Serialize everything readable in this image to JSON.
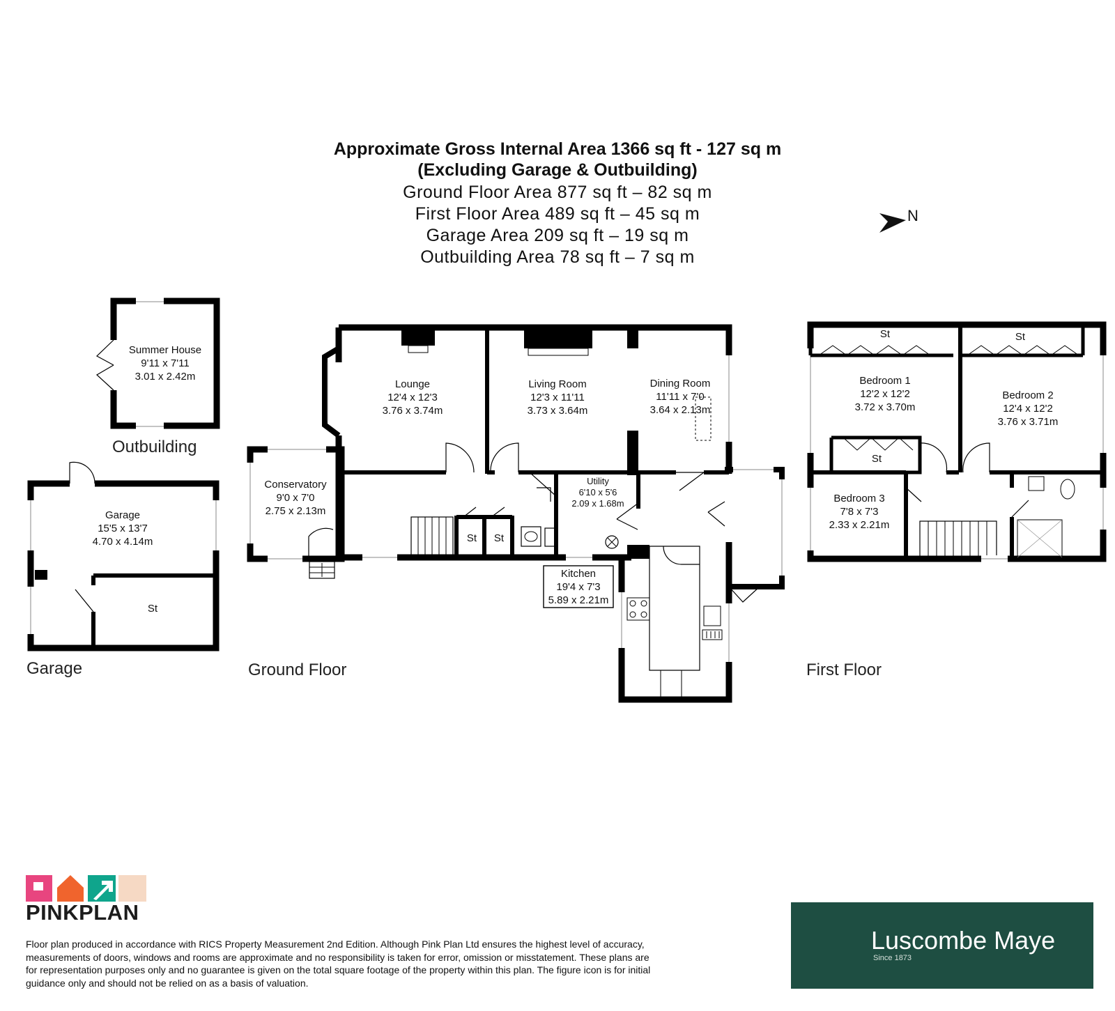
{
  "heading": {
    "line1": "Approximate Gross Internal Area 1366 sq ft - 127 sq m",
    "line2": "(Excluding Garage & Outbuilding)",
    "line3": "Ground Floor Area 877 sq ft – 82 sq m",
    "line4": "First Floor Area 489 sq ft – 45 sq m",
    "line5": "Garage Area 209 sq ft – 19 sq m",
    "line6": "Outbuilding Area 78 sq ft – 7 sq m"
  },
  "compass": {
    "label": "N"
  },
  "floors": {
    "outbuilding": "Outbuilding",
    "garage": "Garage",
    "ground": "Ground Floor",
    "first": "First Floor"
  },
  "rooms": {
    "summer_house": {
      "name": "Summer House",
      "imperial": "9'11 x 7'11",
      "metric": "3.01 x 2.42m"
    },
    "garage": {
      "name": "Garage",
      "imperial": "15'5 x 13'7",
      "metric": "4.70 x 4.14m"
    },
    "garage_store": {
      "name": "St"
    },
    "conservatory": {
      "name": "Conservatory",
      "imperial": "9'0 x 7'0",
      "metric": "2.75 x 2.13m"
    },
    "lounge": {
      "name": "Lounge",
      "imperial": "12'4 x 12'3",
      "metric": "3.76 x 3.74m"
    },
    "living_room": {
      "name": "Living Room",
      "imperial": "12'3 x 11'11",
      "metric": "3.73 x 3.64m"
    },
    "dining_room": {
      "name": "Dining Room",
      "imperial": "11'11 x 7'0",
      "metric": "3.64 x 2.13m"
    },
    "utility": {
      "name": "Utility",
      "imperial": "6'10 x 5'6",
      "metric": "2.09 x 1.68m"
    },
    "kitchen": {
      "name": "Kitchen",
      "imperial": "19'4 x 7'3",
      "metric": "5.89 x 2.21m"
    },
    "store_1": {
      "name": "St"
    },
    "store_2": {
      "name": "St"
    },
    "bedroom_1": {
      "name": "Bedroom 1",
      "imperial": "12'2 x 12'2",
      "metric": "3.72 x 3.70m"
    },
    "bedroom_2": {
      "name": "Bedroom 2",
      "imperial": "12'4 x 12'2",
      "metric": "3.76 x 3.71m"
    },
    "bedroom_3": {
      "name": "Bedroom 3",
      "imperial": "7'8 x 7'3",
      "metric": "2.33 x 2.21m"
    },
    "bed1_wardrobe": {
      "name": "St"
    },
    "bed2_wardrobe": {
      "name": "St"
    },
    "bed1_cupboard": {
      "name": "St"
    }
  },
  "branding": {
    "pinkplan": "PINKPLAN",
    "disclaimer": "Floor plan produced in accordance with RICS Property Measurement 2nd Edition. Although Pink Plan Ltd ensures the highest level of accuracy, measurements of doors, windows and rooms are approximate and no responsibility is taken for error, omission or misstatement. These plans are for representation purposes only and no guarantee is given on the total square footage of the property within this plan. The figure icon is for initial guidance only and should not be relied on as a basis of valuation.",
    "agent_name": "Luscombe Maye",
    "agent_since": "Since 1873",
    "agent_color": "#1e4e42",
    "pink": "#e8457f",
    "orange": "#f0642d",
    "teal": "#0fa58c"
  }
}
